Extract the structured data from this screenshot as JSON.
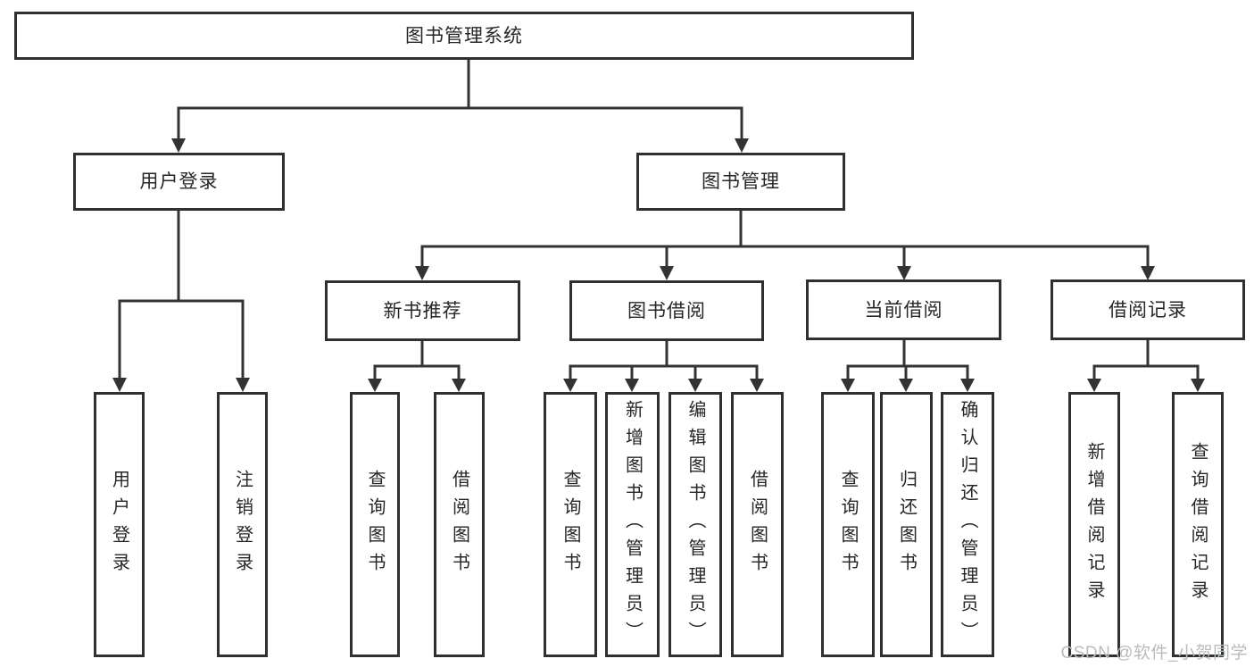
{
  "diagram": {
    "type": "hierarchy-tree",
    "title": "图书管理系统",
    "children": [
      {
        "label": "用户登录",
        "children": [
          {
            "label": "用户登录"
          },
          {
            "label": "注销登录"
          }
        ]
      },
      {
        "label": "图书管理",
        "children": [
          {
            "label": "新书推荐",
            "children": [
              {
                "label": "查询图书"
              },
              {
                "label": "借阅图书"
              }
            ]
          },
          {
            "label": "图书借阅",
            "children": [
              {
                "label": "查询图书"
              },
              {
                "label": "新增图书（管理员）"
              },
              {
                "label": "编辑图书（管理员）"
              },
              {
                "label": "借阅图书"
              }
            ]
          },
          {
            "label": "当前借阅",
            "children": [
              {
                "label": "查询图书"
              },
              {
                "label": "归还图书"
              },
              {
                "label": "确认归还（管理员）"
              }
            ]
          },
          {
            "label": "借阅记录",
            "children": [
              {
                "label": "新增借阅记录"
              },
              {
                "label": "查询借阅记录"
              }
            ]
          }
        ]
      }
    ]
  },
  "watermark": {
    "text": "CSDN @软件_小贺同学"
  },
  "colors": {
    "background": "#ffffff",
    "line": "#333333",
    "box_border": "#303030",
    "text": "#262626",
    "watermark": "#b9bcbf"
  }
}
